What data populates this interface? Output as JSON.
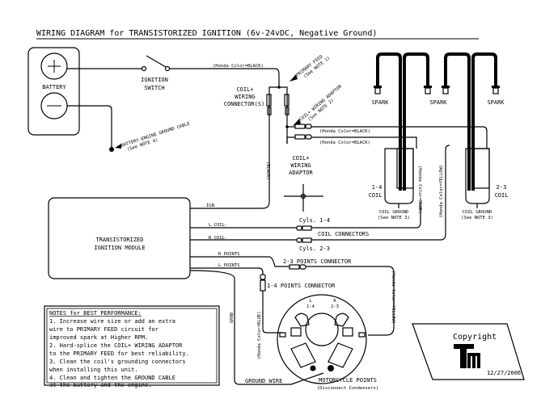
{
  "title": "WIRING DIAGRAM for TRANSISTORIZED IGNITION (6v-24vDC, Negative Ground)",
  "battery": {
    "label": "BATTERY",
    "positive_symbol": "+",
    "negative_symbol": "−"
  },
  "ignition_switch": {
    "line1": "IGNITION",
    "line2": "SWITCH"
  },
  "wire_labels": {
    "switch_feed": "(Honda Color=BLACK)",
    "adaptor_1": "(Honda Color=BLACK)",
    "adaptor_2": "(Honda Color=BLACK)",
    "ign_black": "(BLACK)",
    "coil14_blue": "(Honda Color=BLUE)",
    "coil23_yellow": "(Honda Color=YELLOW)",
    "points_yellow": "(Honda Color=YELLOW)",
    "points_blue": "(Honda Color=BLUE)",
    "grnd": "GRND"
  },
  "annotations": {
    "primary_feed": "PRIMARY FEED",
    "primary_feed_note": "(See NOTE 1)",
    "adaptor": "COIL+ WIRING ADAPTOR",
    "adaptor_note": "(See NOTE 2)",
    "ground_cable": "BATTERY-ENGINE GROUND CABLE",
    "ground_cable_note": "(See NOTE 4)"
  },
  "coil_connector": {
    "line1": "COIL+",
    "line2": "WIRING",
    "line3": "CONNECTOR(S)"
  },
  "coil_adaptor": {
    "line1": "COIL+",
    "line2": "WIRING",
    "line3": "ADAPTOR"
  },
  "spark_labels": [
    "SPARK",
    "SPARK",
    "SPARK"
  ],
  "coils": [
    {
      "line1": "1-4",
      "line2": "COIL",
      "ground": "COIL GROUND",
      "ground_note": "(See NOTE 3)"
    },
    {
      "line1": "2-3",
      "line2": "COIL",
      "ground": "COIL GROUND",
      "ground_note": "(See NOTE 3)"
    }
  ],
  "module": {
    "line1": "TRANSISTORIZED",
    "line2": "IGNITION MODULE",
    "terminals": [
      "IGN",
      "L COIL-",
      "R COIL-",
      "R POINTS",
      "L POINTS"
    ]
  },
  "connectors": {
    "cyls14": "Cyls. 1-4",
    "coil_connectors": "COIL CONNECTORS",
    "cyls23": "Cyls. 2-3",
    "points23": "2-3 POINTS CONNECTOR",
    "points14": "1-4 POINTS CONNECTOR"
  },
  "points": {
    "left_top": "L",
    "left_bottom": "1-4",
    "right_top": "R",
    "right_bottom": "2-3",
    "title": "MOTORCYCLE POINTS",
    "subtitle": "(Disconnect Condensers)",
    "ground_wire": "GROUND WIRE"
  },
  "notes": {
    "heading": "NOTES for BEST PERFORMANCE:",
    "lines": [
      "1. Increase wire size or add an extra",
      "wire to PRIMARY FEED circuit for",
      "improved spark at Higher RPM.",
      "2. Hard-splice the COIL+ WIRING ADAPTOR",
      "to the PRIMARY FEED for best reliability.",
      "3. Clean the coil's grounding connectors",
      "when installing this unit.",
      "4. Clean and tighten the GROUND CABLE",
      "at the battery and the engine."
    ]
  },
  "copyright": {
    "label": "Copyright",
    "logo": "TM",
    "date": "12/27/2006"
  }
}
